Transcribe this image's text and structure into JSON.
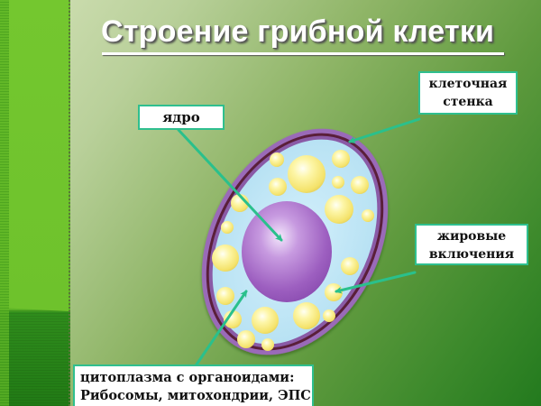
{
  "slide": {
    "title": "Строение грибной клетки",
    "colors": {
      "background_light": "#d4e2b8",
      "background_dark": "#237a1e",
      "sidebar_green": "#6ec22c",
      "sidebar_dark": "#217a15",
      "label_border": "#2fbf8f",
      "arrow": "#2ac08c",
      "cell_wall_outer": "#8a5aa6",
      "cell_wall_inner": "#5a1f3a",
      "cytoplasm": "#bfe6f6",
      "nucleus": "#a770c8",
      "fat_droplet": "#fbf08a"
    }
  },
  "labels": {
    "nucleus": {
      "line1": "ядро"
    },
    "cell_wall": {
      "line1": "клеточная",
      "line2": "стенка"
    },
    "fat_inclusions": {
      "line1": "жировые",
      "line2": "включения"
    },
    "cytoplasm": {
      "line1": "цитоплазма с органоидами:",
      "line2": "Рибосомы, митохондрии, ЭПС"
    }
  }
}
